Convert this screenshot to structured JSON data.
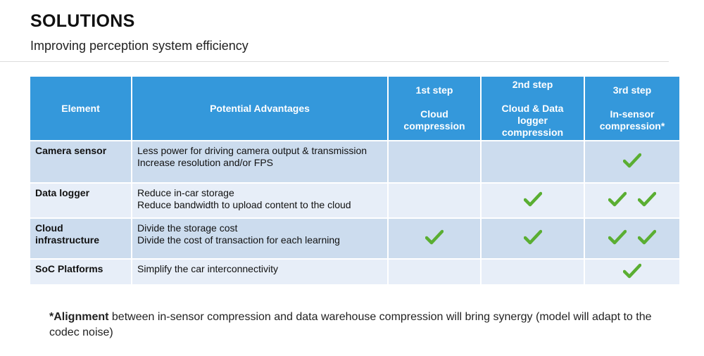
{
  "title": "SOLUTIONS",
  "subtitle": "Improving perception system efficiency",
  "table": {
    "headers": {
      "element": "Element",
      "advantages": "Potential Advantages",
      "step1": {
        "step": "1st step",
        "name": "Cloud compression"
      },
      "step2": {
        "step": "2nd step",
        "name": "Cloud & Data logger compression"
      },
      "step3": {
        "step": "3rd step",
        "name": "In-sensor compression*"
      }
    },
    "rows": [
      {
        "element": "Camera sensor",
        "adv1": "Less power for driving camera output & transmission",
        "adv2": "Increase resolution and/or FPS",
        "checks": [
          0,
          0,
          1
        ]
      },
      {
        "element": "Data logger",
        "adv1": "Reduce in-car storage",
        "adv2": "Reduce bandwidth to upload content to the cloud",
        "checks": [
          0,
          1,
          2
        ]
      },
      {
        "element": "Cloud infrastructure",
        "adv1": "Divide the storage cost",
        "adv2": "Divide the cost of transaction for each learning",
        "checks": [
          1,
          1,
          2
        ]
      },
      {
        "element": "SoC Platforms",
        "adv1": "Simplify the car interconnectivity",
        "adv2": "",
        "checks": [
          0,
          0,
          1
        ]
      }
    ]
  },
  "footnote": {
    "bold": "*Alignment",
    "text": " between in-sensor compression and data warehouse compression will bring synergy (model will adapt to the codec noise)"
  },
  "colors": {
    "header": "#3498db",
    "row_odd": "#ccdcee",
    "row_even": "#e7eef8",
    "check": "#5aae32"
  }
}
